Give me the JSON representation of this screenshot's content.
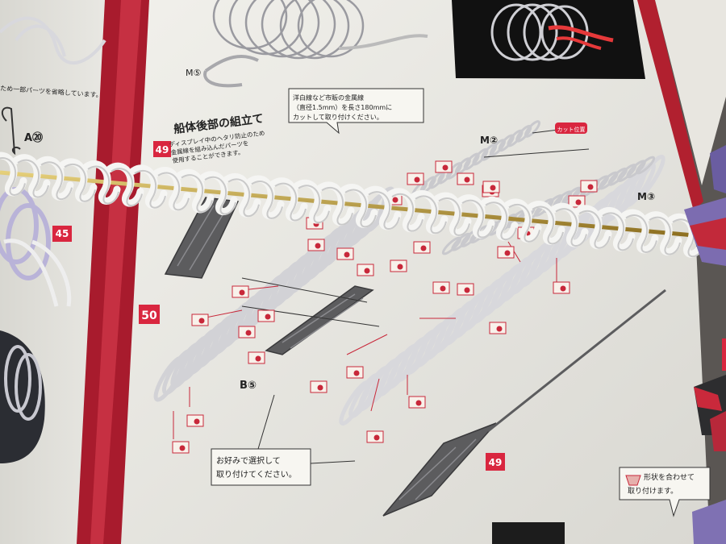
{
  "steps": {
    "step45": "45",
    "step49": "49",
    "step49_small": "49",
    "step50": "50"
  },
  "headings": {
    "step49_title": "船体後部の組立て",
    "step49_subtitle_lines": [
      "ディスプレイ中のヘタリ防止のため",
      "金属線を組み込んだパーツを",
      "使用することができます。"
    ]
  },
  "callouts": {
    "wire_note_lines": [
      "洋白線など市販の金属線",
      "（直径1.5mm）を長さ180mmに",
      "カットして取り付けください。"
    ],
    "choice_note_lines": [
      "お好みで選択して",
      "取り付けてください。"
    ],
    "shape_note_lines": [
      "形状を合わせて",
      "取り付けます。"
    ],
    "top_left_fragment": "ため一部パーツを省略しています。",
    "cut_tag": "カット位置"
  },
  "part_labels": {
    "a20": "A⑳",
    "m2": "M②",
    "m3": "M③",
    "m5": "M⑤",
    "b5": "B⑤"
  },
  "colors": {
    "paper": "#ecebe6",
    "accent_red": "#c8283a",
    "step_box": "#d9263f",
    "spine_red": "#a8182a",
    "coil_white": "#f4f4f2",
    "part_gray": "#58585a",
    "brass_wire": "#c7a640",
    "hull_purple": "#7c6cb0"
  },
  "icons": [
    "cement-marker-icon",
    "manual-spine",
    "photo-inset"
  ]
}
